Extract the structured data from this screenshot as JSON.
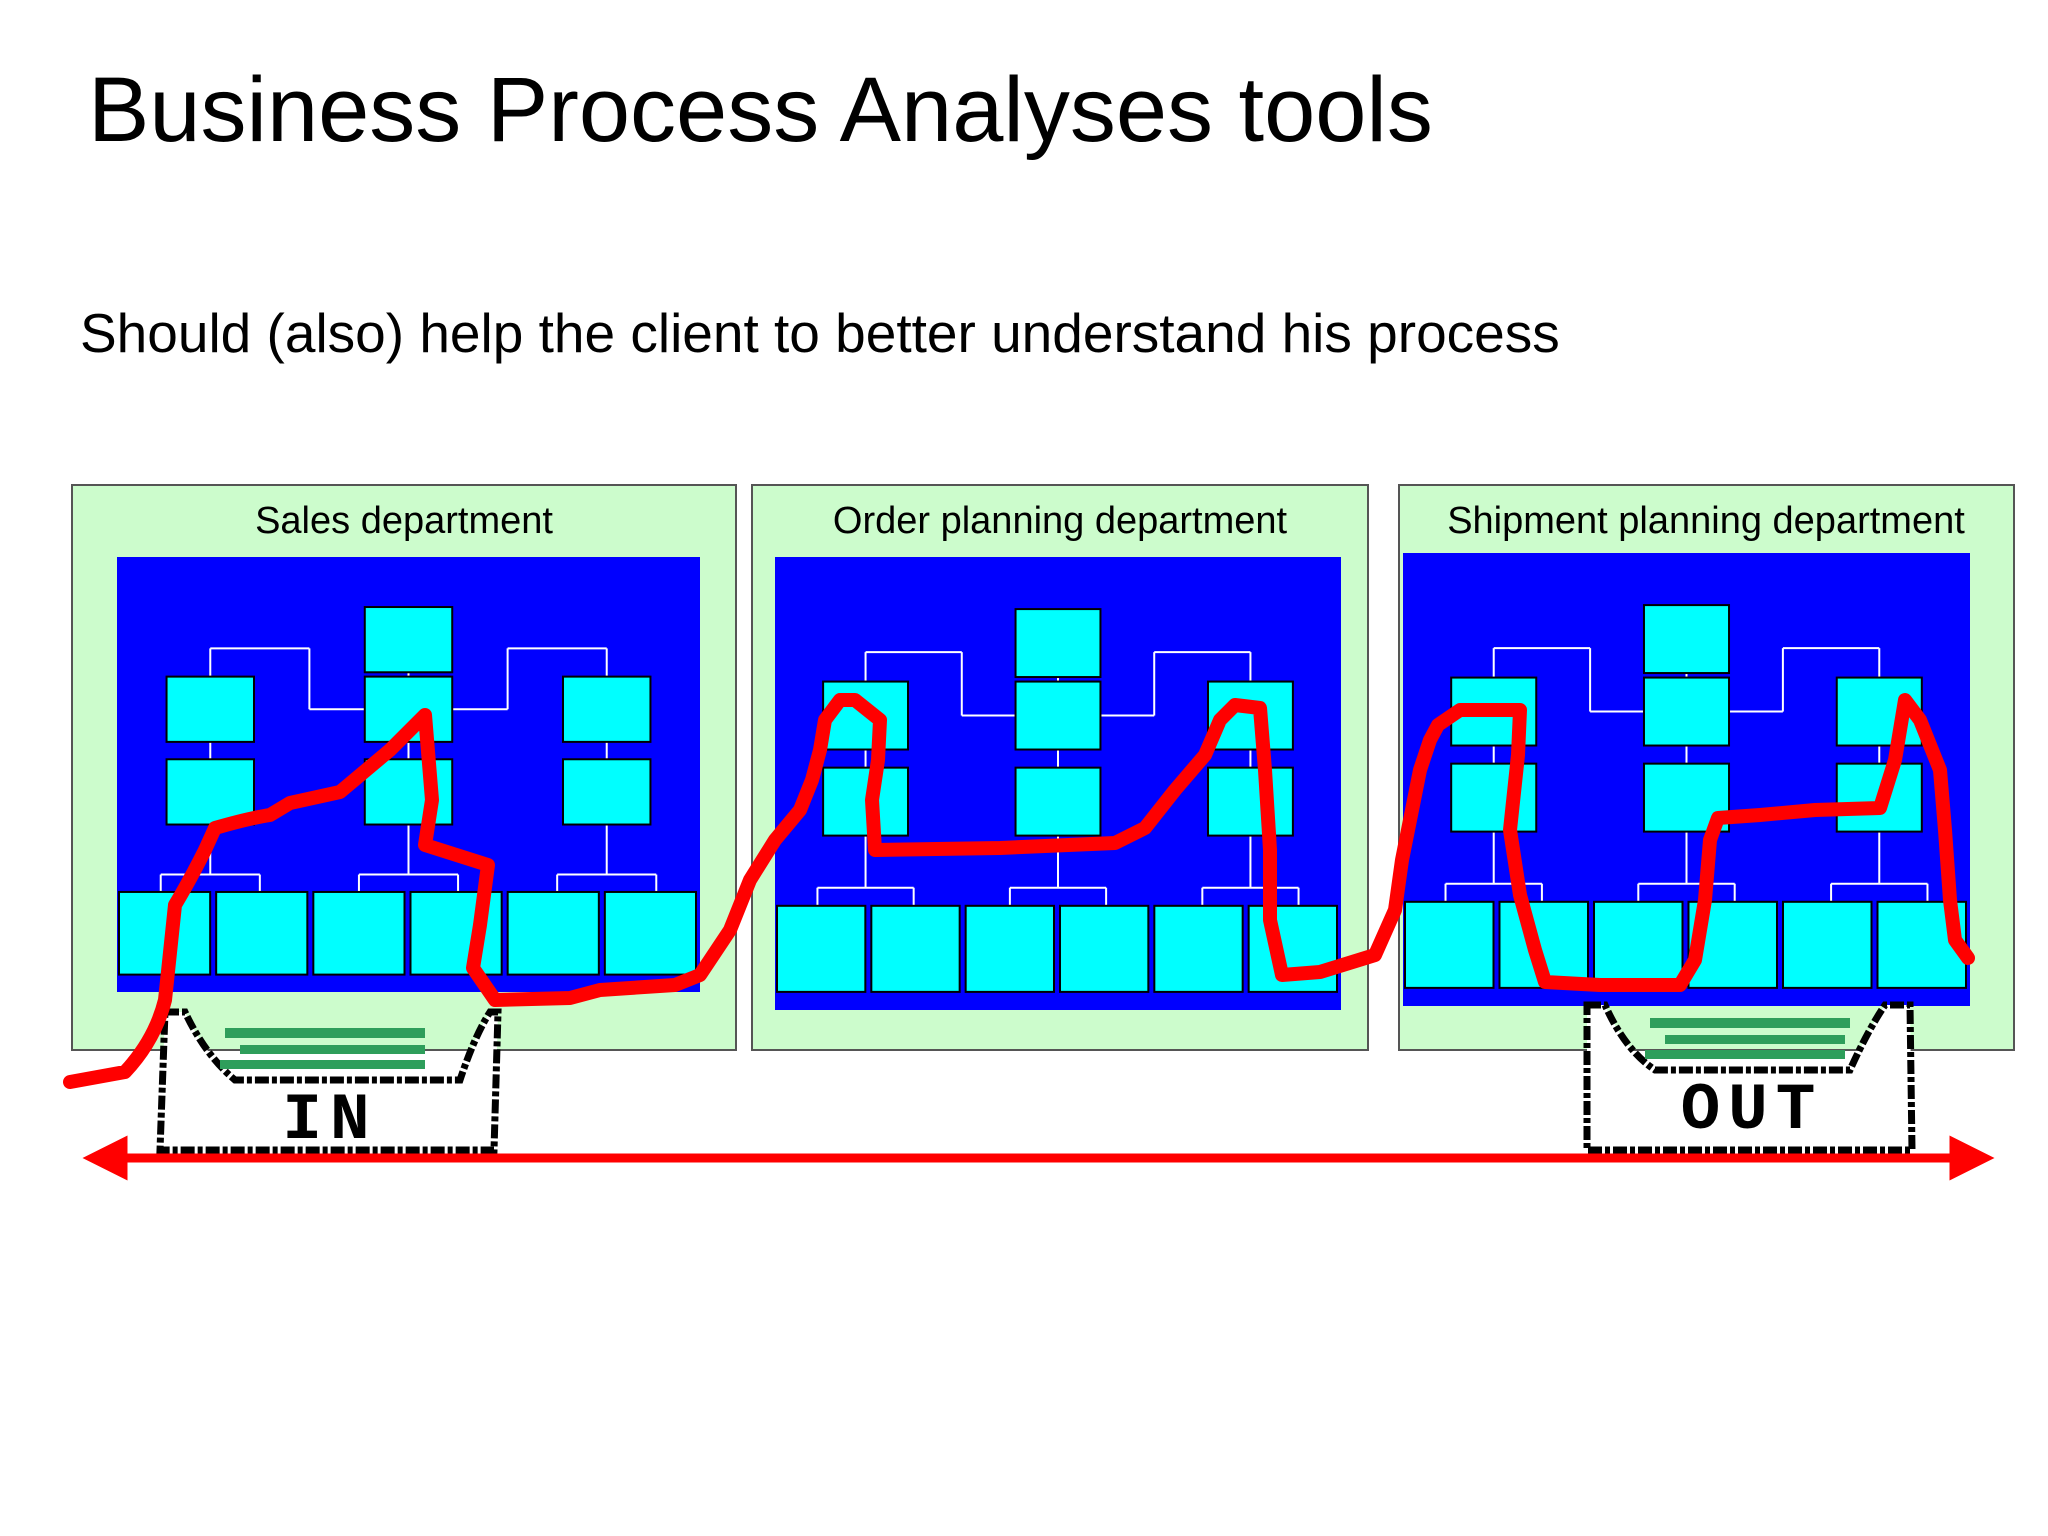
{
  "slide": {
    "title": "Business Process Analyses tools",
    "subtitle": "Should (also) help the client to better understand his process"
  },
  "departments": [
    {
      "label": "Sales department"
    },
    {
      "label": "Order planning department"
    },
    {
      "label": "Shipment planning department"
    }
  ],
  "trays": {
    "in_label": "IN",
    "out_label": "OUT"
  },
  "colors": {
    "department_panel": "#ccfccc",
    "org_chart_background": "#0000ff",
    "org_box": "#00ffff",
    "process_path": "#ff0000",
    "timeline_arrow": "#ff0000",
    "paper_stack": "#2e9e5b"
  }
}
